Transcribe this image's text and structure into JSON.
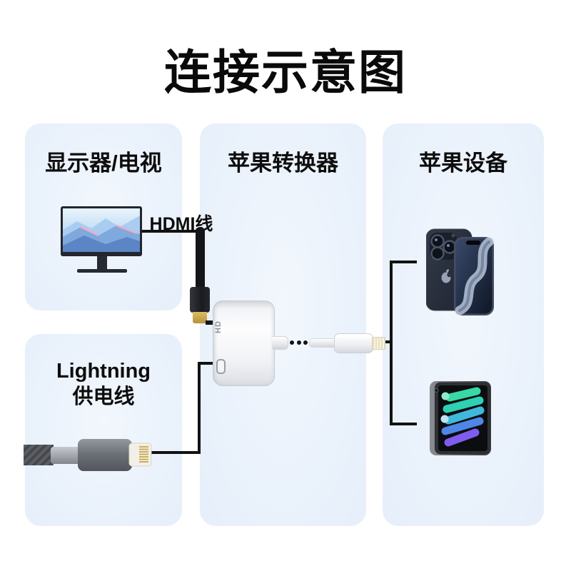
{
  "title": "连接示意图",
  "labels": {
    "hdmi_cable": "HDMI线"
  },
  "panels": {
    "display": {
      "label": "显示器/电视"
    },
    "adapter": {
      "label": "苹果转换器",
      "port_label": "HD"
    },
    "devices": {
      "label": "苹果设备"
    },
    "power": {
      "line1": "Lightning",
      "line2": "供电线"
    }
  },
  "colors": {
    "panel_background": "#E9F1FB",
    "connection_line": "#121212",
    "hdmi_plug_gold": "#C9A84C",
    "adapter_body": "#F2F3F6"
  }
}
